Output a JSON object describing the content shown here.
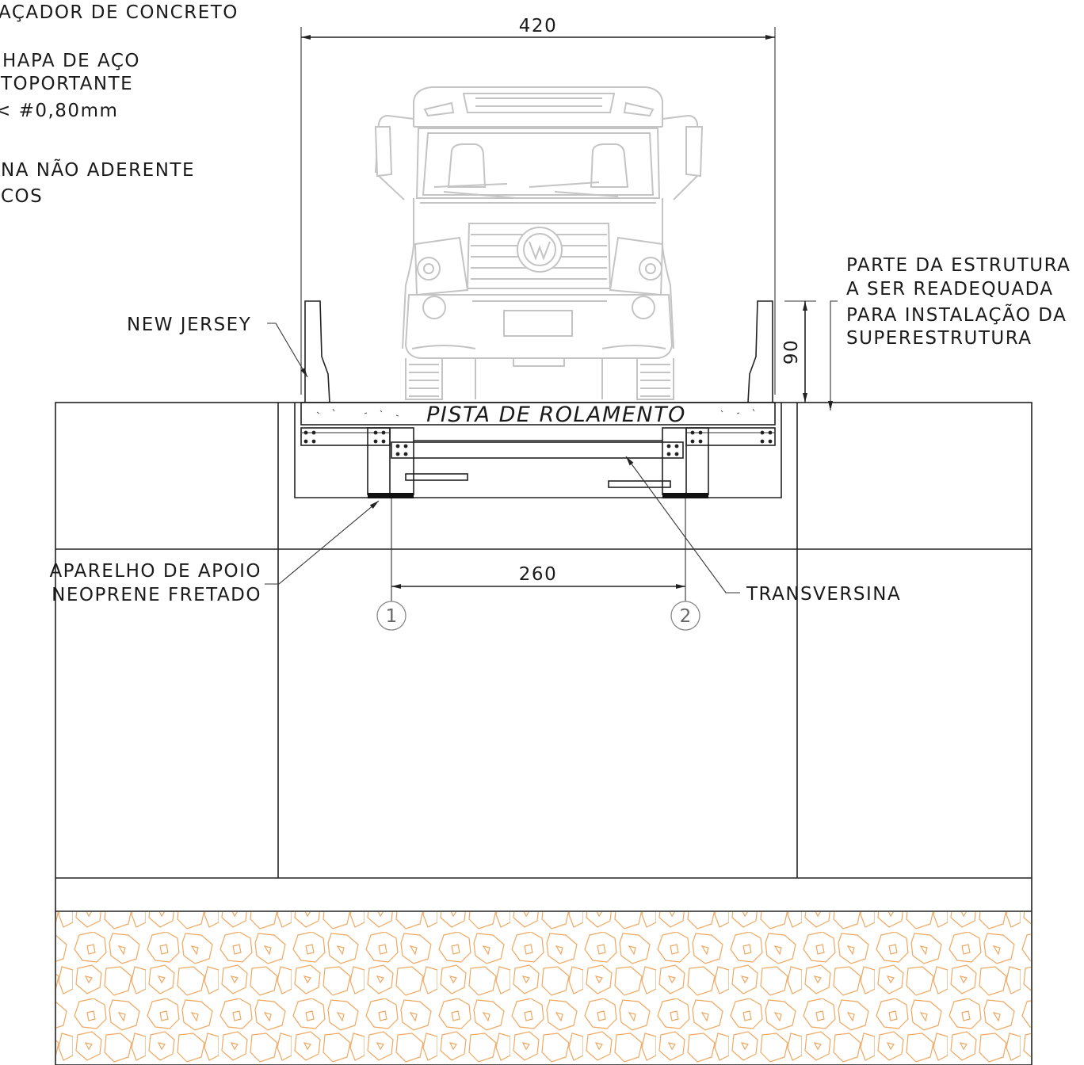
{
  "notes": {
    "line1": "AÇADOR DE CONCRETO",
    "line2": "HAPA DE AÇO",
    "line3": "TOPORTANTE",
    "line4": "< #0,80mm",
    "line5": "NA NÃO ADERENTE",
    "line6": "COS"
  },
  "dimensions": {
    "width_top": "420",
    "height_barrier": "90",
    "support_spacing": "260"
  },
  "labels": {
    "new_jersey": "NEW JERSEY",
    "pista": "PISTA DE ROLAMENTO",
    "aparelho_line1": "APARELHO DE APOIO",
    "aparelho_line2": "NEOPRENE FRETADO",
    "transversina": "TRANSVERSINA",
    "parte_line1": "PARTE DA ESTRUTURA",
    "parte_line2": "A SER READEQUADA",
    "parte_line3": "PARA INSTALAÇÃO DA",
    "parte_line4": "SUPERESTRUTURA"
  },
  "axes": {
    "axis1": "1",
    "axis2": "2"
  },
  "colors": {
    "line": "#222222",
    "truck": "#c4c4c4",
    "soil": "#f0a860"
  }
}
